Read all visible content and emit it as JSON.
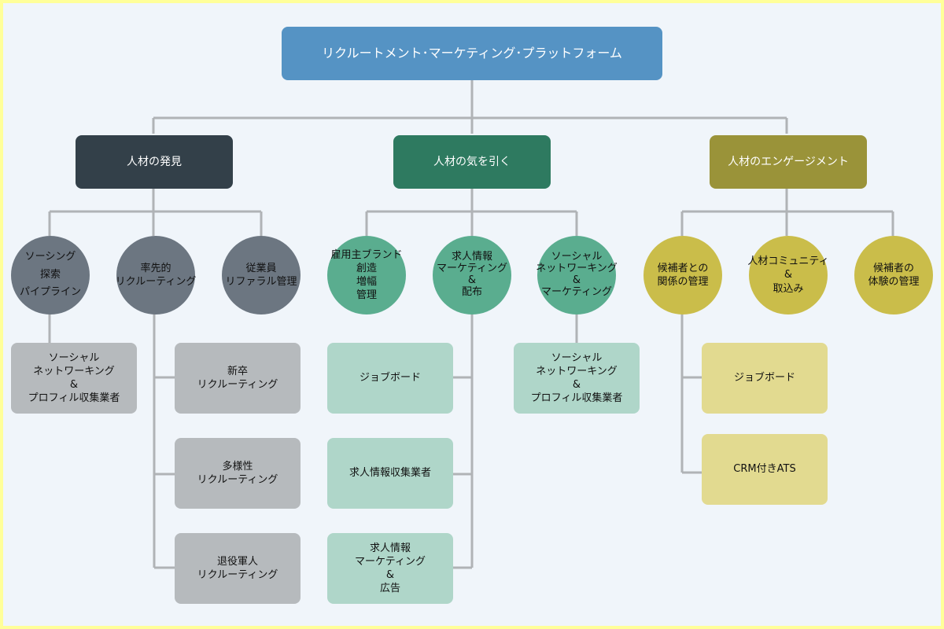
{
  "colors": {
    "root": "#5593c4",
    "discover": "#334049",
    "attract": "#2e7a60",
    "engage": "#9a9339",
    "circle_discover": "#6c7681",
    "circle_attract": "#5aad8f",
    "circle_engage": "#cabd4a",
    "box_discover": "#b6babd",
    "box_attract": "#afd6c9",
    "box_engage": "#e2da90",
    "connector": "#b0b3b6"
  },
  "root": {
    "label": "リクルートメント･マーケティング･プラットフォーム"
  },
  "discover": {
    "label": "人材の発見",
    "sourcing": [
      "ソーシング",
      "探索",
      "パイプライン"
    ],
    "sourcing_box": [
      "ソーシャル",
      "ネットワーキング",
      "&",
      "プロフィル収集業者"
    ],
    "proactive": [
      "率先的",
      "リクルーティング"
    ],
    "proactive_boxes": [
      [
        "新卒",
        "リクルーティング"
      ],
      [
        "多様性",
        "リクルーティング"
      ],
      [
        "退役軍人",
        "リクルーティング"
      ]
    ],
    "referral": [
      "従業員",
      "リファラル管理"
    ]
  },
  "attract": {
    "label": "人材の気を引く",
    "brand": [
      "雇用主ブランド",
      "創造",
      "増幅",
      "管理"
    ],
    "jobmkt": [
      "求人情報",
      "マーケティング",
      "&",
      "配布"
    ],
    "jobmkt_boxes": [
      [
        "ジョブボード"
      ],
      [
        "求人情報収集業者"
      ],
      [
        "求人情報",
        "マーケティング",
        "&",
        "広告"
      ]
    ],
    "social": [
      "ソーシャル",
      "ネットワーキング",
      "&",
      "マーケティング"
    ],
    "social_box": [
      "ソーシャル",
      "ネットワーキング",
      "&",
      "プロフィル収集業者"
    ]
  },
  "engage": {
    "label": "人材のエンゲージメント",
    "crm": [
      "候補者との",
      "関係の管理"
    ],
    "crm_boxes": [
      [
        "ジョブボード"
      ],
      [
        "CRM付きATS"
      ]
    ],
    "community": [
      "人材コミュニティ",
      "&",
      "取込み"
    ],
    "experience": [
      "候補者の",
      "体験の管理"
    ]
  }
}
